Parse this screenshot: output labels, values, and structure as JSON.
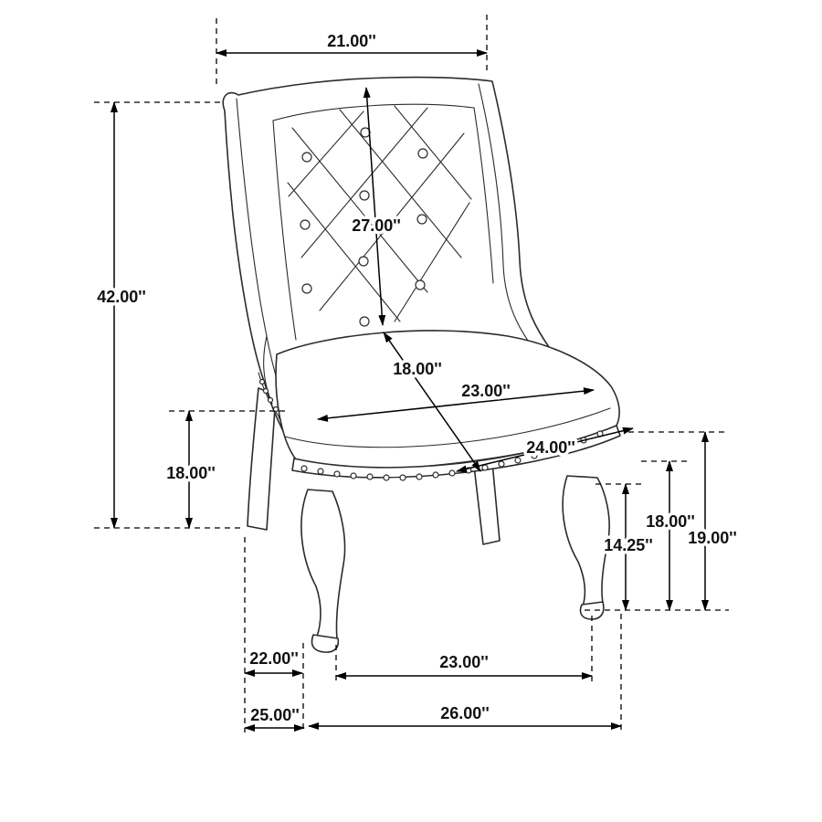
{
  "diagram": {
    "subject": "upholstered tufted wingback dining chair dimension drawing"
  },
  "dimensions": {
    "top_width": "21.00''",
    "overall_height": "42.00''",
    "back_height": "27.00''",
    "seat_depth": "18.00''",
    "seat_width": "23.00''",
    "front_edge_width": "24.00''",
    "seat_height": "18.00''",
    "leg_height": "14.25''",
    "floor_to_rail": "18.00''",
    "floor_to_seat_front": "19.00''",
    "front_leg_offset": "22.00''",
    "front_leg_span": "23.00''",
    "overall_depth": "25.00''",
    "base_width": "26.00''"
  }
}
